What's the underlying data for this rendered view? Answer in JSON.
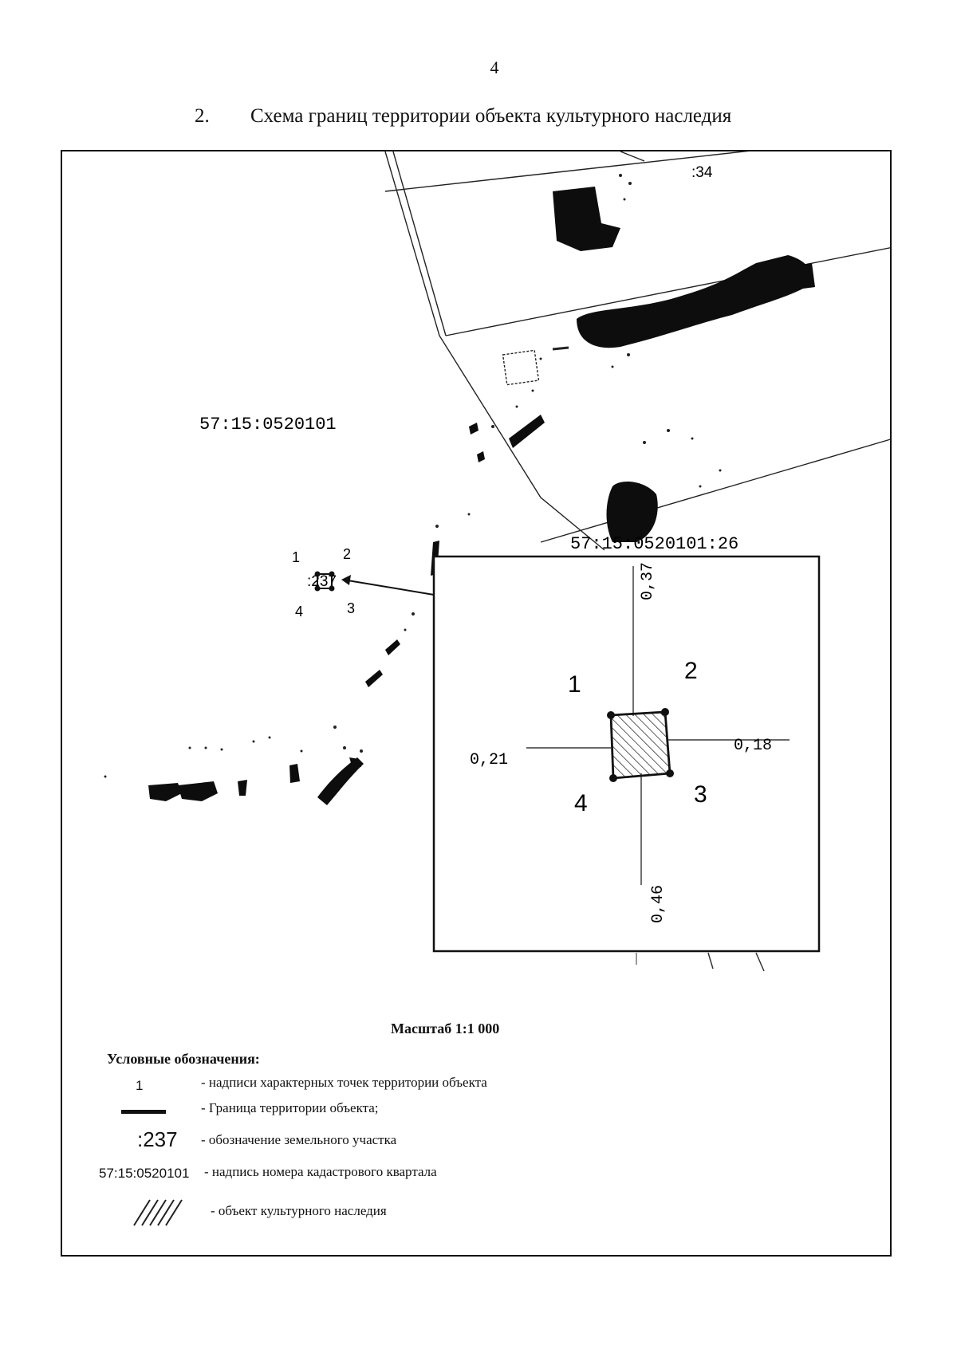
{
  "page": {
    "number": "4"
  },
  "heading": {
    "num": "2.",
    "text": "Схема границ территории объекта культурного наследия"
  },
  "map": {
    "labels": {
      "parcel_34": ":34",
      "quarter": "57:15:0520101",
      "parcel_26": "57:15:0520101:26",
      "parcel_237": ":237"
    },
    "points": [
      {
        "id": "1"
      },
      {
        "id": "2"
      },
      {
        "id": "3"
      },
      {
        "id": "4"
      }
    ],
    "inset": {
      "distances": {
        "north": "0,37",
        "east": "0,18",
        "west": "0,21",
        "south": "0,46"
      }
    },
    "scale": "Масштаб 1:1 000"
  },
  "legend": {
    "title": "Условные обозначения:",
    "items": [
      {
        "symbol": "1",
        "text": "- надписи характерных точек территории объекта"
      },
      {
        "symbol": "",
        "text": "- Граница территории объекта;"
      },
      {
        "symbol": ":237",
        "text": "- обозначение земельного участка"
      },
      {
        "symbol": "57:15:0520101",
        "text": "- надпись номера кадастрового квартала"
      },
      {
        "symbol": "",
        "text": "- объект культурного наследия"
      }
    ]
  },
  "colors": {
    "ink": "#111111",
    "paper": "#ffffff",
    "hatch": "#333333"
  }
}
